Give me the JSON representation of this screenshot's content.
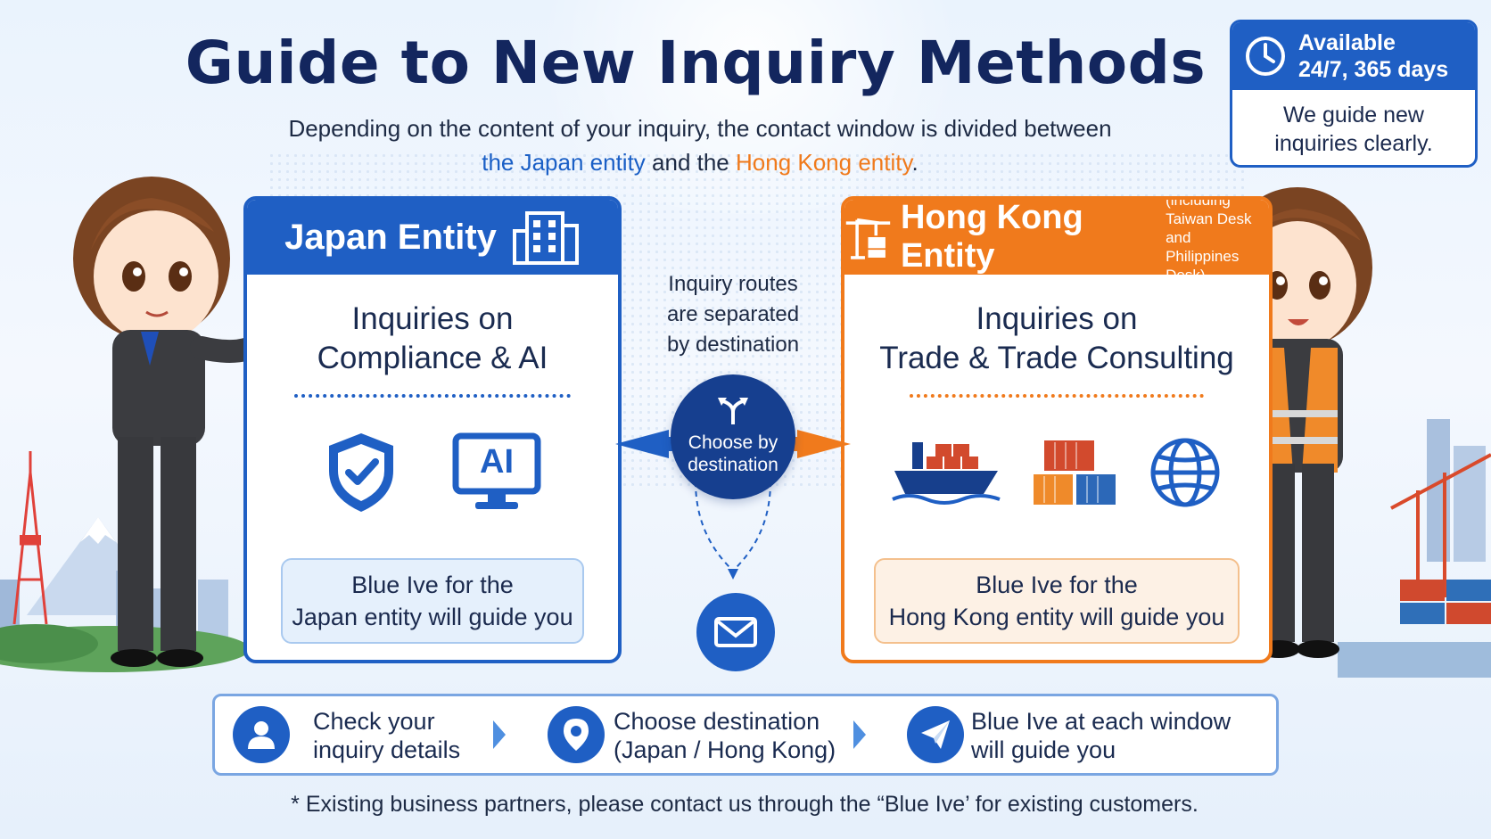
{
  "header": {
    "title": "Guide to New Inquiry Methods",
    "subtitle_line1": "Depending on the content of your inquiry, the contact window is divided between",
    "subtitle_jp": "the Japan entity",
    "subtitle_and": " and the ",
    "subtitle_hk": "Hong Kong entity",
    "subtitle_end": "."
  },
  "badge": {
    "line1": "Available",
    "line2": "24/7, 365 days",
    "body_line1": "We guide new",
    "body_line2": "inquiries clearly."
  },
  "japan": {
    "heading": "Japan Entity",
    "title_line1": "Inquiries on",
    "title_line2": "Compliance & AI",
    "ai_label": "AI",
    "guide_line1": "Blue Ive for the",
    "guide_line2": "Japan entity will guide you"
  },
  "hongkong": {
    "heading": "Hong Kong Entity",
    "note_line1": "(including",
    "note_line2": "Taiwan Desk and",
    "note_line3": "Philippines Desk)",
    "title_line1": "Inquiries on",
    "title_line2": "Trade & Trade Consulting",
    "guide_line1": "Blue Ive for the",
    "guide_line2": "Hong Kong entity will guide you"
  },
  "center": {
    "route_line1": "Inquiry routes",
    "route_line2": "are separated",
    "route_line3": "by destination",
    "choose_line1": "Choose by",
    "choose_line2": "destination"
  },
  "steps": [
    {
      "line1": "Check your",
      "line2": "inquiry details"
    },
    {
      "line1": "Choose destination",
      "line2": "(Japan / Hong Kong)"
    },
    {
      "line1": "Blue Ive at each window",
      "line2": "will guide you"
    }
  ],
  "footnote": "* Existing business partners, please contact us through the “Blue Ive’ for existing customers.",
  "colors": {
    "japan_blue": "#1f5fc4",
    "hongkong_orange": "#f07a1c",
    "navy": "#13265e"
  },
  "icons": [
    "clock-icon",
    "building-icon",
    "crane-icon",
    "shield-check-icon",
    "ai-monitor-icon",
    "cargo-ship-icon",
    "containers-icon",
    "globe-icon",
    "split-arrows-icon",
    "mail-icon",
    "user-icon",
    "location-pin-icon",
    "paper-plane-icon"
  ]
}
